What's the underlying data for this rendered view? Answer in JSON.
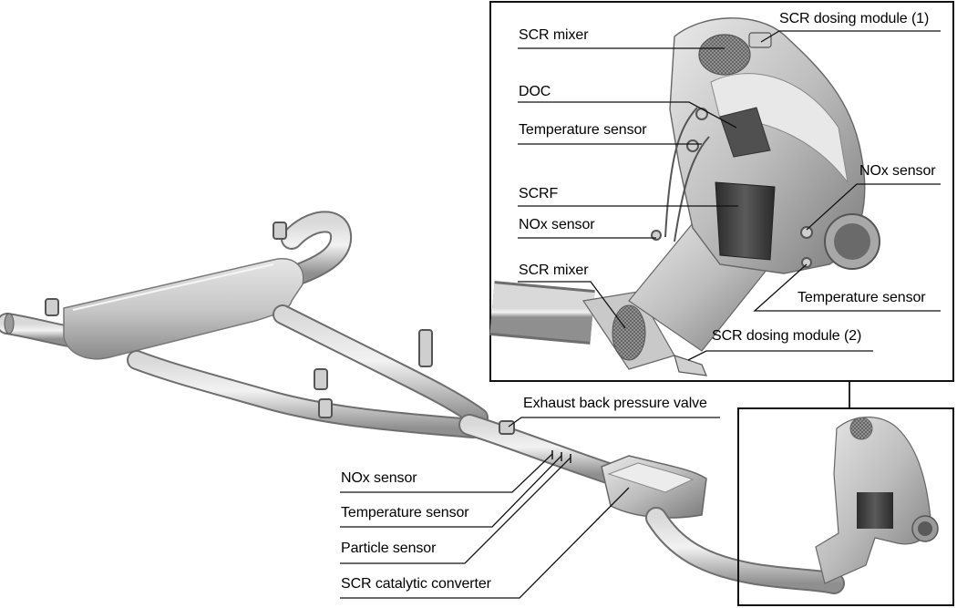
{
  "labels": {
    "scr_mixer_top": "SCR mixer",
    "scr_dosing_module_1": "SCR dosing module (1)",
    "doc": "DOC",
    "temperature_sensor_upper": "Temperature sensor",
    "nox_sensor_right": "NOx sensor",
    "scrf": "SCRF",
    "nox_sensor_mid": "NOx sensor",
    "scr_mixer_lower": "SCR mixer",
    "temperature_sensor_right": "Temperature sensor",
    "scr_dosing_module_2": "SCR dosing module (2)",
    "exhaust_back_pressure_valve": "Exhaust back pressure valve",
    "nox_sensor_bottom": "NOx sensor",
    "temperature_sensor_bottom": "Temperature sensor",
    "particle_sensor": "Particle sensor",
    "scr_catalytic_converter": "SCR catalytic converter"
  },
  "colors": {
    "frame": "#111111",
    "metal_light": "#e2e2e2",
    "metal_mid": "#b4b4b4",
    "metal_dark": "#6e6e6e",
    "catalyst_dark": "#3a3a3a"
  }
}
